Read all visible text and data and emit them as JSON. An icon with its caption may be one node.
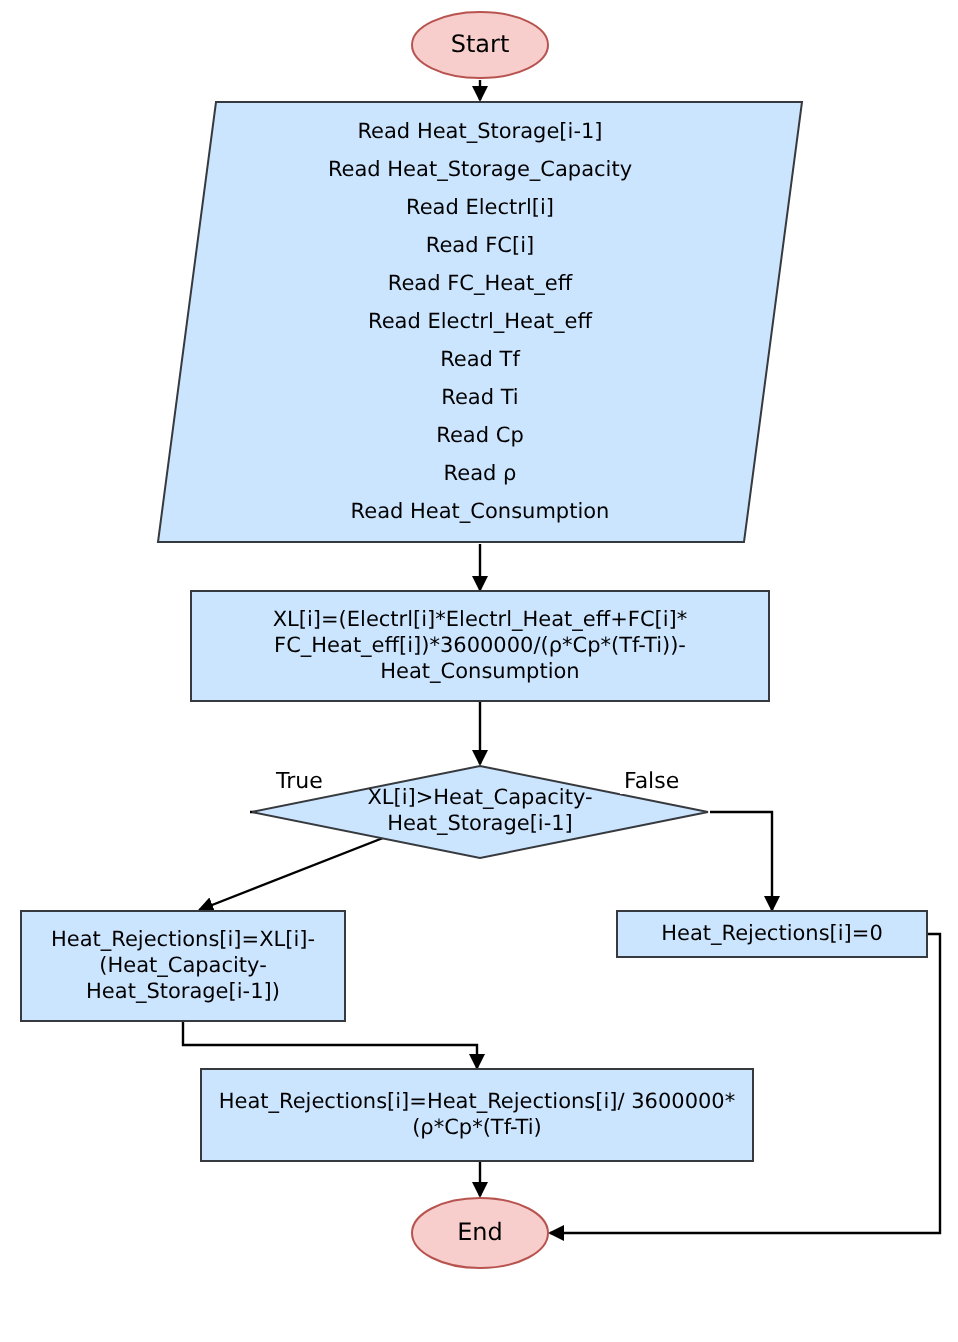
{
  "diagram": {
    "nodes": [
      {
        "text": [
          "Start"
        ]
      },
      {
        "text": [
          "Read Heat_Storage[i-1]",
          "Read Heat_Storage_Capacity",
          "Read Electrl[i]",
          "Read FC[i]",
          "Read FC_Heat_eff",
          "Read Electrl_Heat_eff",
          "Read Tf",
          "Read Ti",
          "Read Cp",
          "Read ρ",
          "Read Heat_Consumption"
        ]
      },
      {
        "text": [
          "XL[i]=(Electrl[i]*Electrl_Heat_eff+FC[i]* FC_Heat_eff[i])*3600000/(ρ*Cp*(Tf-Ti))- Heat_Consumption"
        ]
      },
      {
        "text": [
          "XL[i]>Heat_Capacity- Heat_Storage[i-1]"
        ]
      },
      {
        "text": [
          "Heat_Rejections[i]=XL[i]- (Heat_Capacity- Heat_Storage[i-1])"
        ]
      },
      {
        "text": [
          "Heat_Rejections[i]=0"
        ]
      },
      {
        "text": [
          "Heat_Rejections[i]=Heat_Rejections[i]/ 3600000*(ρ*Cp*(Tf-Ti)"
        ]
      },
      {
        "text": [
          "End"
        ]
      }
    ],
    "edges": [
      {
        "from": 0,
        "to": 1,
        "arrow": "to"
      },
      {
        "from": 1,
        "to": 2,
        "arrow": "to"
      },
      {
        "from": 2,
        "to": 3,
        "arrow": "to"
      },
      {
        "from": 3,
        "to": 4,
        "arrow": "to",
        "label": "True"
      },
      {
        "from": 3,
        "to": 5,
        "arrow": "to",
        "label": "False"
      },
      {
        "from": 4,
        "to": 6,
        "arrow": "to"
      },
      {
        "from": 6,
        "to": 7,
        "arrow": "to"
      },
      {
        "from": 5,
        "to": 7,
        "arrow": "to"
      }
    ]
  }
}
